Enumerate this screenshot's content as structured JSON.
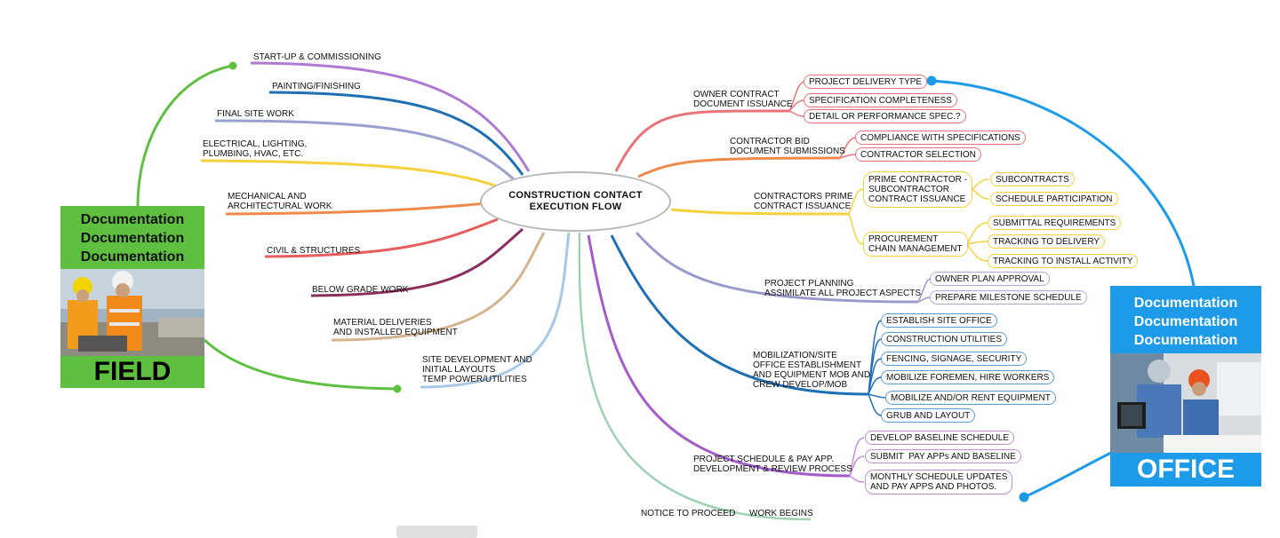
{
  "center": {
    "line1": "CONSTRUCTION CONTACT",
    "line2": "EXECUTION FLOW"
  },
  "left_branches": [
    {
      "id": "startup",
      "label": "START-UP & COMMISSIONING"
    },
    {
      "id": "painting",
      "label": "PAINTING/FINISHING"
    },
    {
      "id": "finalsite",
      "label": "FINAL SITE WORK"
    },
    {
      "id": "electrical",
      "label": "ELECTRICAL, LIGHTING,\nPLUMBING, HVAC, ETC."
    },
    {
      "id": "mechanical",
      "label": "MECHANICAL AND\nARCHITECTURAL WORK"
    },
    {
      "id": "civil",
      "label": "CIVIL & STRUCTURES"
    },
    {
      "id": "belowgrade",
      "label": "BELOW GRADE WORK"
    },
    {
      "id": "material",
      "label": "MATERIAL DELIVERIES\nAND INSTALLED EQUIPMENT"
    },
    {
      "id": "sitedev",
      "label": "SITE DEVELOPMENT AND\nINITIAL LAYOUTS\nTEMP POWER/UTILITIES"
    }
  ],
  "right_branches": [
    {
      "id": "owner",
      "label": "OWNER CONTRACT\nDOCUMENT ISSUANCE",
      "children": [
        "PROJECT DELIVERY TYPE",
        "SPECIFICATION COMPLETENESS",
        "DETAIL OR PERFORMANCE SPEC.?"
      ]
    },
    {
      "id": "bid",
      "label": "CONTRACTOR BID\nDOCUMENT SUBMISSIONS",
      "children": [
        "COMPLIANCE WITH SPECIFICATIONS",
        "CONTRACTOR SELECTION"
      ]
    },
    {
      "id": "prime",
      "label": "CONTRACTORS PRIME\nCONTRACT ISSUANCE",
      "sub": [
        {
          "label": "PRIME CONTRACTOR -\nSUBCONTRACTOR\nCONTRACT ISSUANCE",
          "children": [
            "SUBCONTRACTS",
            "SCHEDULE PARTICIPATION"
          ]
        },
        {
          "label": "PROCUREMENT\nCHAIN MANAGEMENT",
          "children": [
            "SUBMITTAL REQUIREMENTS",
            "TRACKING TO DELIVERY",
            "TRACKING TO INSTALL ACTIVITY"
          ]
        }
      ]
    },
    {
      "id": "planning",
      "label": "PROJECT PLANNING\nASSIMILATE ALL PROJECT ASPECTS",
      "children": [
        "OWNER PLAN APPROVAL",
        "PREPARE MILESTONE SCHEDULE"
      ]
    },
    {
      "id": "mobilization",
      "label": "MOBILIZATION/SITE\nOFFICE ESTABLISHMENT\nAND EQUIPMENT MOB AND\nCREW DEVELOP/MOB",
      "children": [
        "ESTABLISH SITE OFFICE",
        "CONSTRUCTION UTILITIES",
        "FENCING, SIGNAGE, SECURITY",
        "MOBILIZE FOREMEN, HIRE WORKERS",
        "MOBILIZE AND/OR RENT EQUIPMENT",
        "GRUB AND LAYOUT"
      ]
    },
    {
      "id": "schedule",
      "label": "PROJECT SCHEDULE & PAY APP.\nDEVELOPMENT & REVIEW PROCESS",
      "children": [
        "DEVELOP BASELINE SCHEDULE",
        "SUBMIT  PAY APPs AND BASELINE",
        "MONTHLY SCHEDULE UPDATES\nAND PAY APPS AND PHOTOS."
      ]
    }
  ],
  "bottom_branch": {
    "label": "NOTICE TO PROCEED",
    "child": "WORK BEGINS"
  },
  "field_badge": {
    "doc1": "Documentation",
    "doc2": "Documentation",
    "doc3": "Documentation",
    "title": "FIELD",
    "color": "#5ebf41"
  },
  "office_badge": {
    "doc1": "Documentation",
    "doc2": "Documentation",
    "doc3": "Documentation",
    "title": "OFFICE",
    "color": "#1e9be8"
  },
  "colors": {
    "startup": "#b07ad3",
    "painting": "#1f6fb5",
    "finalsite": "#9aa0cf",
    "electrical": "#f5d23d",
    "mechanical": "#f08a4b",
    "civil": "#e85d5d",
    "belowgrade": "#8b2e5f",
    "material": "#d4b48c",
    "sitedev": "#a7c8e6",
    "owner": "#e8747a",
    "bid": "#f08a4b",
    "prime": "#f5d23d",
    "planning": "#9999cc",
    "mobilization": "#1f6fb5",
    "schedule": "#a45cc8",
    "notice": "#9fd1b4",
    "field": "#5ebf41",
    "office": "#1e9be8"
  }
}
